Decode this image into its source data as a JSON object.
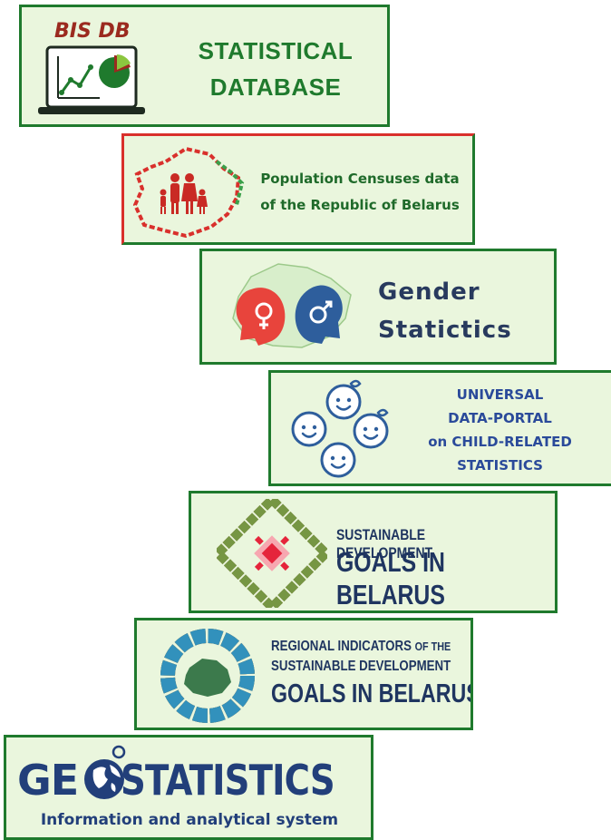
{
  "cards": {
    "statdb": {
      "brand": "BIS DB",
      "title_line1": "STATISTICAL",
      "title_line2": "DATABASE"
    },
    "census": {
      "line1": "Population Censuses data",
      "line2": "of the Republic of Belarus"
    },
    "gender": {
      "line1": "Gender",
      "line2": "Statictics"
    },
    "child": {
      "line1": "UNIVERSAL",
      "line2": "DATA-PORTAL",
      "line3": "on CHILD-RELATED",
      "line4": "STATISTICS"
    },
    "sdg": {
      "line1": "SUSTAINABLE DEVELOPMENT",
      "line2": "GOALS IN BELARUS"
    },
    "regional": {
      "line1a": "REGIONAL INDICATORS",
      "line1b": "OF THE",
      "line2": "SUSTAINABLE DEVELOPMENT",
      "line3": "GOALS IN BELARUS"
    },
    "geo": {
      "title_left": "GE",
      "title_right": "STATISTICS",
      "subtitle": "Information and analytical system"
    }
  },
  "colors": {
    "green": "#1f7a2d",
    "panel": "#eaf6dd",
    "red": "#d9302c",
    "navy": "#223f7a"
  }
}
